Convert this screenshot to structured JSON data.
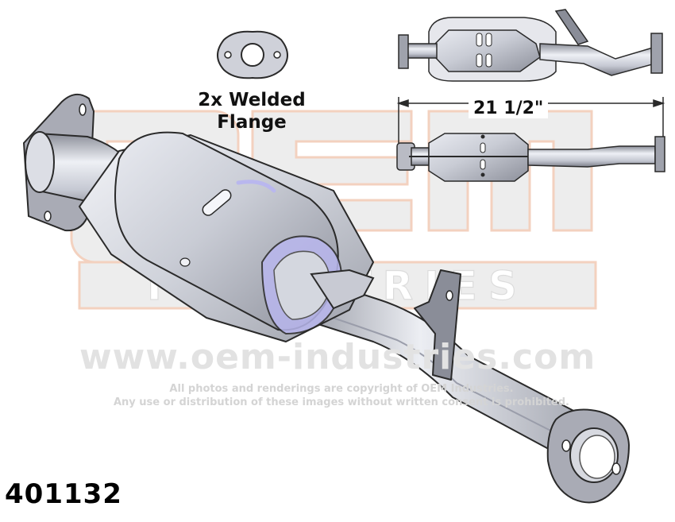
{
  "flange_callout": {
    "line1": "2x Welded",
    "line2": "Flange"
  },
  "dimension": {
    "length": "21 1/2\""
  },
  "watermark": {
    "brand_top": "OEM",
    "brand_bottom": "INDUSTRIES",
    "url": "www.oem-industries.com",
    "notice_line1": "All photos and renderings are copyright of OEM Industries.",
    "notice_line2": "Any use or distribution of these images without written consent is prohibited."
  },
  "part_number": "401132",
  "colors": {
    "metal_light": "#eceff5",
    "metal_mid": "#c3c6d0",
    "metal_dark": "#7f8290",
    "flange": "#a6a8b2",
    "highlight": "#b9b7ee",
    "watermark_fill": "#e6e6e6",
    "watermark_outline": "#f1c9b5",
    "outline": "#2a2a2a"
  }
}
